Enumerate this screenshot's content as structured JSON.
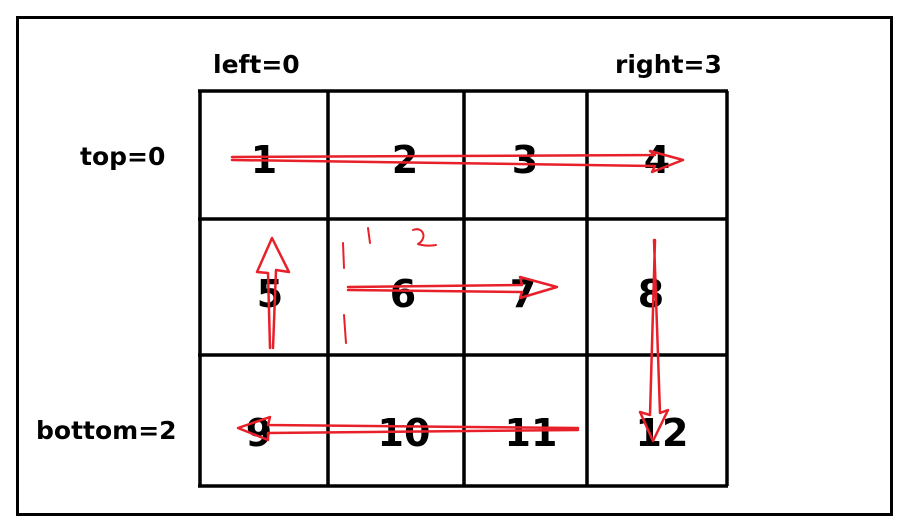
{
  "labels": {
    "left": "left=0",
    "right": "right=3",
    "top": "top=0",
    "bottom": "bottom=2"
  },
  "cells": [
    "1",
    "2",
    "3",
    "4",
    "5",
    "6",
    "7",
    "8",
    "9",
    "10",
    "11",
    "12"
  ],
  "colors": {
    "grid": "#000000",
    "arrow": "#e8202a"
  }
}
